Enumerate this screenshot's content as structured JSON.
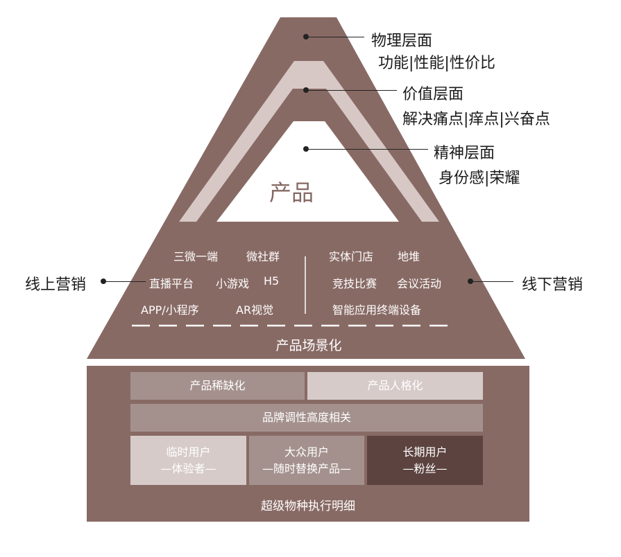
{
  "colors": {
    "pyramid_outer": "#886a65",
    "middle_ring": "#d7c8c5",
    "inner_ring": "#886a65",
    "center": "#ffffff",
    "base_block": "#886a65",
    "block_medium": "#a4918e",
    "block_light": "#d6cbc8",
    "block_dark": "#5c433f",
    "leader_line": "#222222"
  },
  "pyramid": {
    "center_label": "产品",
    "layers": [
      {
        "title": "物理层面",
        "detail": "功能|性能|性价比"
      },
      {
        "title": "价值层面",
        "detail": "解决痛点|痒点|兴奋点"
      },
      {
        "title": "精神层面",
        "detail": "身份感|荣耀"
      }
    ]
  },
  "scenarios": {
    "online_label": "线上营销",
    "offline_label": "线下营销",
    "online_items": [
      "三微一端",
      "微社群",
      "直播平台",
      "小游戏",
      "H5",
      "APP/小程序",
      "AR视觉"
    ],
    "offline_items": [
      "实体门店",
      "地堆",
      "竞技比赛",
      "会议活动",
      "智能应用终端设备"
    ],
    "title": "产品场景化"
  },
  "base": {
    "row1": [
      "产品稀缺化",
      "产品人格化"
    ],
    "row2": "品牌调性高度相关",
    "users": [
      {
        "name": "临时用户",
        "desc": "—体验者—"
      },
      {
        "name": "大众用户",
        "desc": "—随时替换产品—"
      },
      {
        "name": "长期用户",
        "desc": "—粉丝—"
      }
    ],
    "title": "超级物种执行明细"
  }
}
